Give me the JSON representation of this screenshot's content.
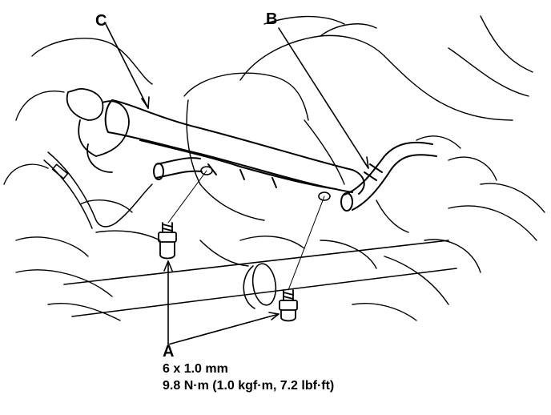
{
  "callouts": {
    "a": "A",
    "b": "B",
    "c": "C"
  },
  "fastener_spec": {
    "size": "6 x 1.0 mm",
    "torque": "9.8 N·m (1.0 kgf·m, 7.2 lbf·ft)"
  },
  "colors": {
    "ink": "#000000",
    "paper": "#ffffff"
  }
}
